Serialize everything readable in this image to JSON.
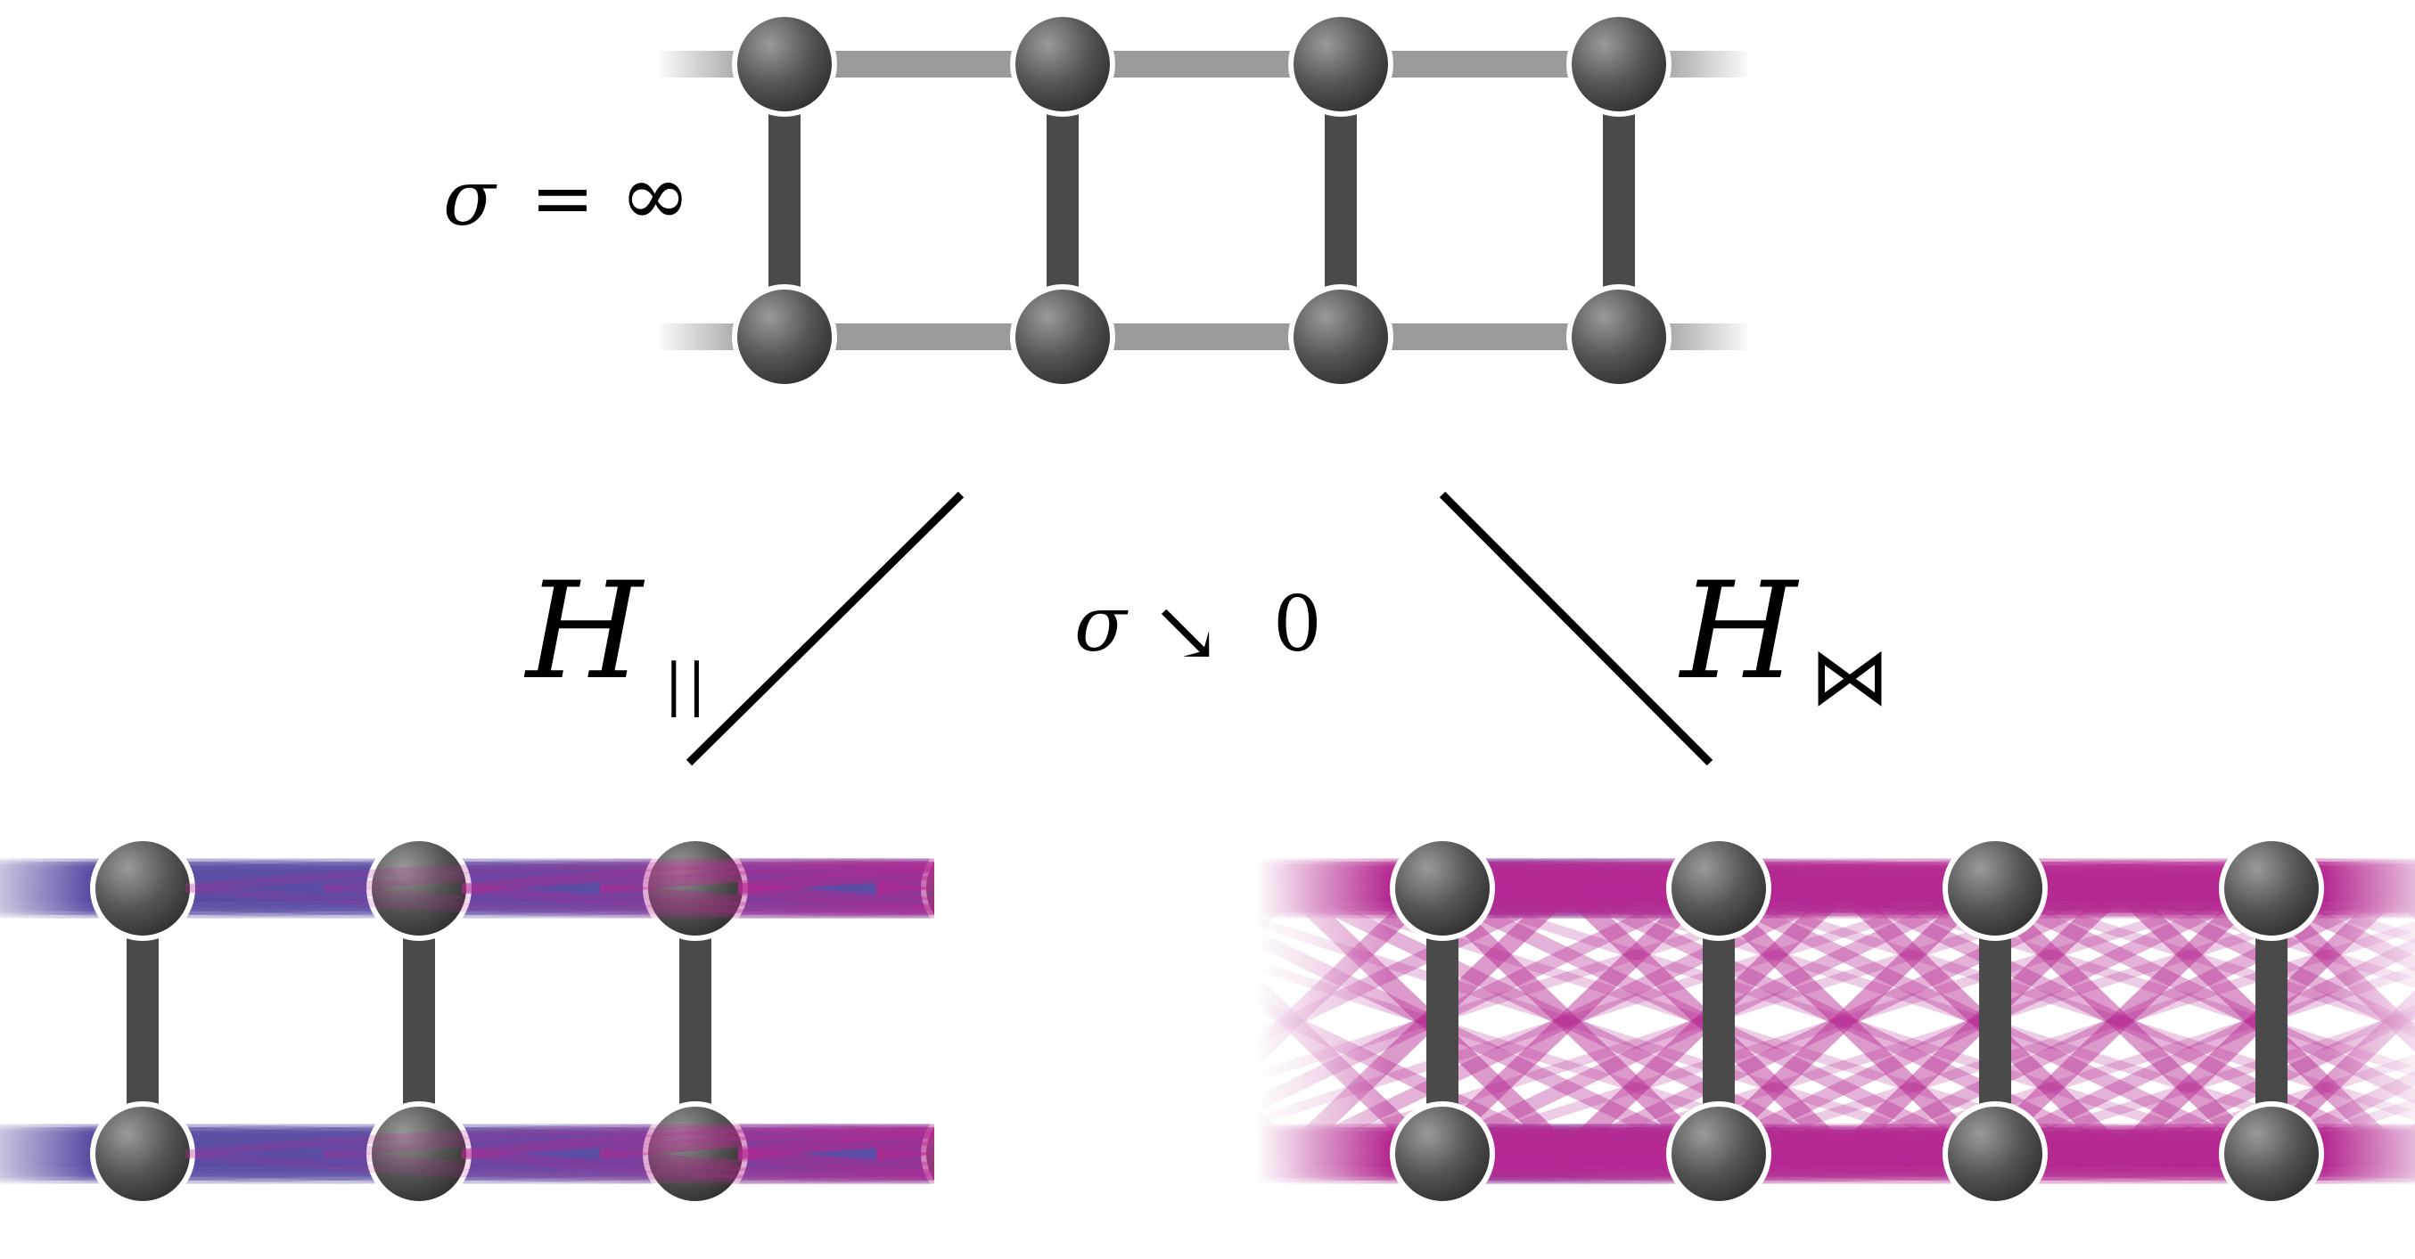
{
  "labels": {
    "top_sigma": "σ",
    "top_eq": "=",
    "top_inf": "∞",
    "mid_sigma": "σ",
    "mid_arrow": "↘",
    "mid_zero": "0",
    "left_H": "H",
    "left_sub": "||",
    "right_H": "H",
    "right_sub": "⋈"
  },
  "lattice": {
    "columns": 4,
    "rows": 2
  },
  "colors": {
    "rung": "#4a4a4a",
    "leg_top": "#9a9a9a",
    "left_long_range": "#5b4ea5",
    "right_long_range": "#b52a92",
    "node": "#4d4d4d",
    "node_stroke": "#ffffff",
    "divider": "#000000"
  }
}
